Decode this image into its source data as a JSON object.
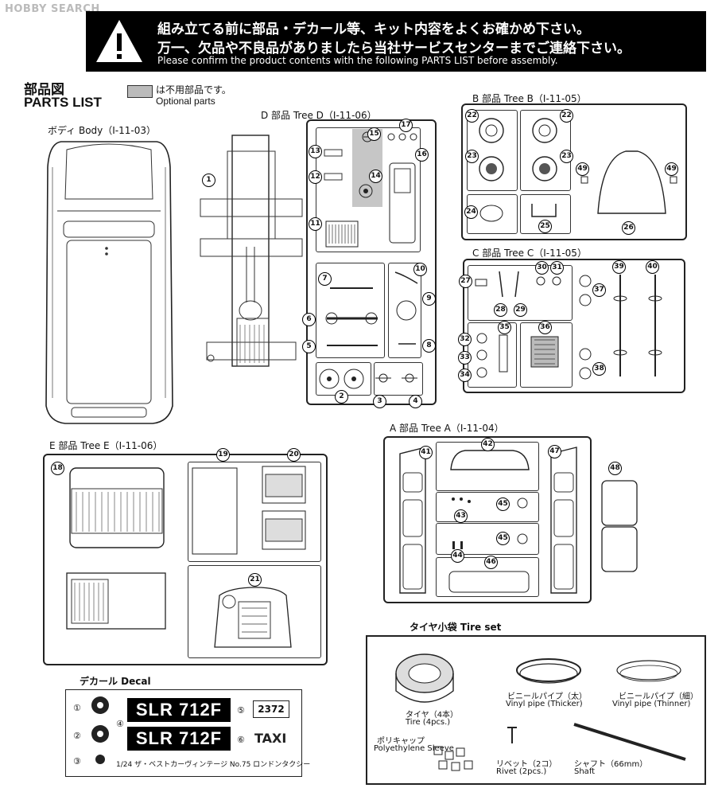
{
  "watermark": "HOBBY SEARCH",
  "banner": {
    "line1": "組み立てる前に部品・デカール等、キット内容をよくお確かめ下さい。",
    "line2": "万一、欠品や不良品がありましたら当社サービスセンターまでご連絡下さい。",
    "line3": "Please confirm the product contents with the following PARTS LIST before assembly."
  },
  "header": {
    "title_jp": "部品図",
    "title_en": "PARTS LIST",
    "optional_jp": "は不用部品です。",
    "optional_en": "Optional parts"
  },
  "trees": {
    "body": "ボディ Body（I-11-03）",
    "d": "D 部品 Tree D（I-11-06）",
    "b": "B 部品 Tree B（I-11-05）",
    "c": "C 部品 Tree C（I-11-05）",
    "e": "E 部品 Tree E（I-11-06）",
    "a": "A 部品 Tree A（I-11-04）"
  },
  "parts": {
    "p1": "1",
    "p2": "2",
    "p3": "3",
    "p4": "4",
    "p5": "5",
    "p6": "6",
    "p7": "7",
    "p8": "8",
    "p9": "9",
    "p10": "10",
    "p11": "11",
    "p12": "12",
    "p13": "13",
    "p14": "14",
    "p15": "15",
    "p16": "16",
    "p17": "17",
    "p18": "18",
    "p19": "19",
    "p20": "20",
    "p21": "21",
    "p22": "22",
    "p23": "23",
    "p24": "24",
    "p25": "25",
    "p26": "26",
    "p27": "27",
    "p28": "28",
    "p29": "29",
    "p30": "30",
    "p31": "31",
    "p32": "32",
    "p33": "33",
    "p34": "34",
    "p35": "35",
    "p36": "36",
    "p37": "37",
    "p38": "38",
    "p39": "39",
    "p40": "40",
    "p41": "41",
    "p42": "42",
    "p43": "43",
    "p44": "44",
    "p45": "45",
    "p46": "46",
    "p47": "47",
    "p48": "48",
    "p49": "49"
  },
  "tire_set": {
    "title": "タイヤ小袋 Tire set",
    "tire_jp": "タイヤ（4本）",
    "tire_en": "Tire (4pcs.)",
    "vinyl_thick_jp": "ビニールパイプ（太）",
    "vinyl_thick_en": "Vinyl pipe (Thicker)",
    "vinyl_thin_jp": "ビニールパイプ（細）",
    "vinyl_thin_en": "Vinyl pipe (Thinner)",
    "poly_jp": "ポリキャップ",
    "poly_en": "Polyethylene Sleeve",
    "rivet_jp": "リベット（2コ）",
    "rivet_en": "Rivet (2pcs.)",
    "shaft_jp": "シャフト（66mm）",
    "shaft_en": "Shaft"
  },
  "decal": {
    "title": "デカール Decal",
    "plate1": "SLR 712F",
    "plate2": "SLR 712F",
    "badge": "2372",
    "taxi": "TAXI",
    "n1": "①",
    "n2": "②",
    "n3": "③",
    "n4": "④",
    "n5": "⑤",
    "n6": "⑥",
    "footer": "1/24 ザ・ベストカーヴィンテージ No.75 ロンドンタクシー"
  }
}
